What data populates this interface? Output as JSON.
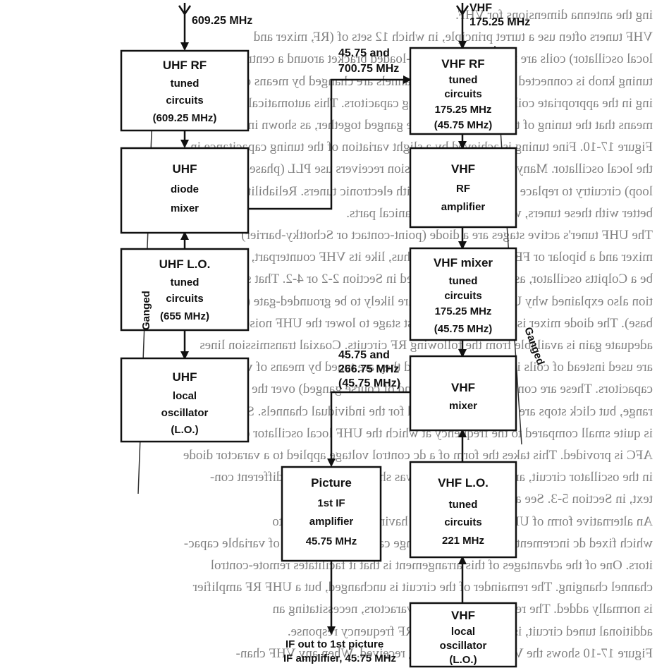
{
  "background_lines": [
    "ing the antenna dimensions for VHF.",
    "VHF tuners often use a turret principle, in which 12 sets of (RF, mixer and",
    "local oscillator) coils are mounted in a spring-loaded bracket around a central shaft. The",
    "tuning knob is connected to this shaft, and channels are changed by means of switch-",
    "ing in the appropriate coils for the fixed tuning capacitors. This automatically",
    "means that the tuning of these three stages are ganged together, as shown in",
    "Figure 17-10. Fine tuning is achieved by a slight variation of the tuning capacitance in",
    "the local oscillator. Many newer-model television receivers use PLL (phase-locked",
    "loop) circuitry to replace switch-type tuner with electronic tuners. Reliability is much",
    "better with these tuners, which have no mechanical parts.",
    "The UHF tuner's active stages are a diode (point-contact or Schottky-barrier)",
    "mixer and a bipolar or FET local oscillator. Thus, like its VHF counterpart, is likely to",
    "be a Colpitts oscillator, as previously discussed in Section 2-2 or 4-2. That sec-",
    "tion also explained why UHF RF amplifiers are likely to be grounded-gate (or",
    "base). The diode mixer is used here as the first stage to lower the UHF noise figure;",
    "adequate gain is available from the following RF circuits. Coaxial transmission lines",
    "are used instead of coils in the UHF tuner, and they are tuned by means of variable",
    "capacitors. These are continuously tunable (and of course ganged) over the whole",
    "range, but click stops are sometimes provided for the individual channels. Since the IF",
    "is quite small compared to the frequency at which the UHF local oscillator operates,",
    "AFC is provided. This takes the form of a dc control voltage applied to a varactor diode",
    "in the oscillator circuit, an arrangement that was shown, in a slightly different con-",
    "text, in Section 5-3. See also Figure 6-",
    "An alternative form of UHF tuner consists of having varactor diodes to",
    "which fixed dc increments are applied to change capacitance, instead of variable capac-",
    "itors. One of the advantages of this arrangement is that it facilitates remote-control",
    "channel changing. The remainder of the circuit is unchanged, but a UHF RF amplifier",
    "is normally added. The reason for the use of varactors, necessitating an",
    "additional tuned circuit, is to sharpen up the RF frequency response.",
    "Figure 17-10 shows the VHF channel 7 being received. When any VHF chan-"
  ],
  "blocks": {
    "uhf_rf": [
      "UHF RF",
      "tuned",
      "circuits",
      "(609.25 MHz)"
    ],
    "uhf_mixer": [
      "UHF",
      "diode",
      "mixer"
    ],
    "uhf_lo": [
      "UHF L.O.",
      "tuned",
      "circuits",
      "(655 MHz)"
    ],
    "uhf_osc": [
      "UHF",
      "local",
      "oscillator",
      "(L.O.)"
    ],
    "vhf_rf": [
      "VHF RF",
      "tuned",
      "circuits",
      "175.25 MHz",
      "(45.75 MHz)"
    ],
    "vhf_amp": [
      "VHF",
      "RF",
      "amplifier"
    ],
    "vhf_mixer_tuned": [
      "VHF mixer",
      "tuned",
      "circuits",
      "175.25 MHz",
      "(45.75 MHz)"
    ],
    "vhf_mixer": [
      "VHF",
      "mixer"
    ],
    "vhf_lo_tuned": [
      "VHF L.O.",
      "tuned",
      "circuits",
      "221 MHz"
    ],
    "vhf_osc": [
      "VHF",
      "local",
      "oscillator",
      "(L.O.)"
    ],
    "pic_if": [
      "Picture",
      "1st IF",
      "amplifier",
      "45.75 MHz"
    ]
  },
  "labels": {
    "uhf_antenna": "609.25 MHz",
    "vhf_antenna_line1": "VHF",
    "vhf_antenna_line2": "175.25 MHz",
    "uhf_to_vhf_line1": "45.75 and",
    "uhf_to_vhf_line2": "700.75 MHz",
    "mixer_in_line1": "45.75 and",
    "mixer_in_line2": "266.75 MHz",
    "mixer_in_line3": "(45.75 MHz)",
    "if_out_line1": "IF out to 1st picture",
    "if_out_line2": "IF amplifier, 45.75 MHz",
    "ganged_left": "Ganged",
    "ganged_right": "Ganged"
  }
}
